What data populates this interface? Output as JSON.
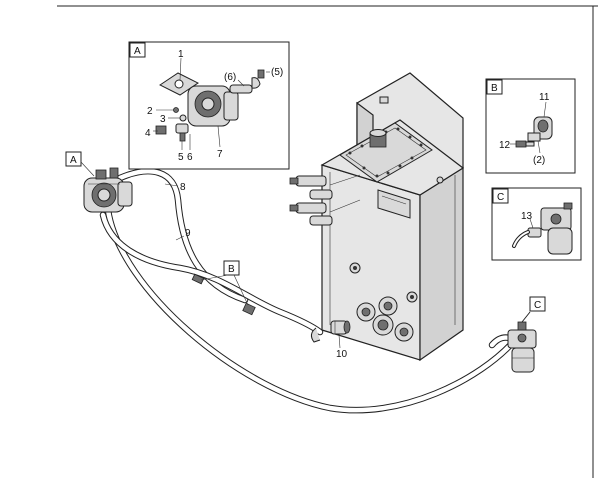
{
  "detail_boxes": {
    "A": {
      "letter": "A",
      "labels": [
        "1",
        "2",
        "3",
        "4",
        "5",
        "6",
        "7",
        "(6)",
        "(5)"
      ]
    },
    "B": {
      "letter": "B",
      "labels": [
        "11",
        "12",
        "(2)"
      ]
    },
    "C": {
      "letter": "C",
      "labels": [
        "13"
      ]
    }
  },
  "main_callouts": {
    "A": "A",
    "B": "B",
    "C": "C",
    "hose_8": "8",
    "hose_9": "9",
    "fitting_10": "10"
  }
}
